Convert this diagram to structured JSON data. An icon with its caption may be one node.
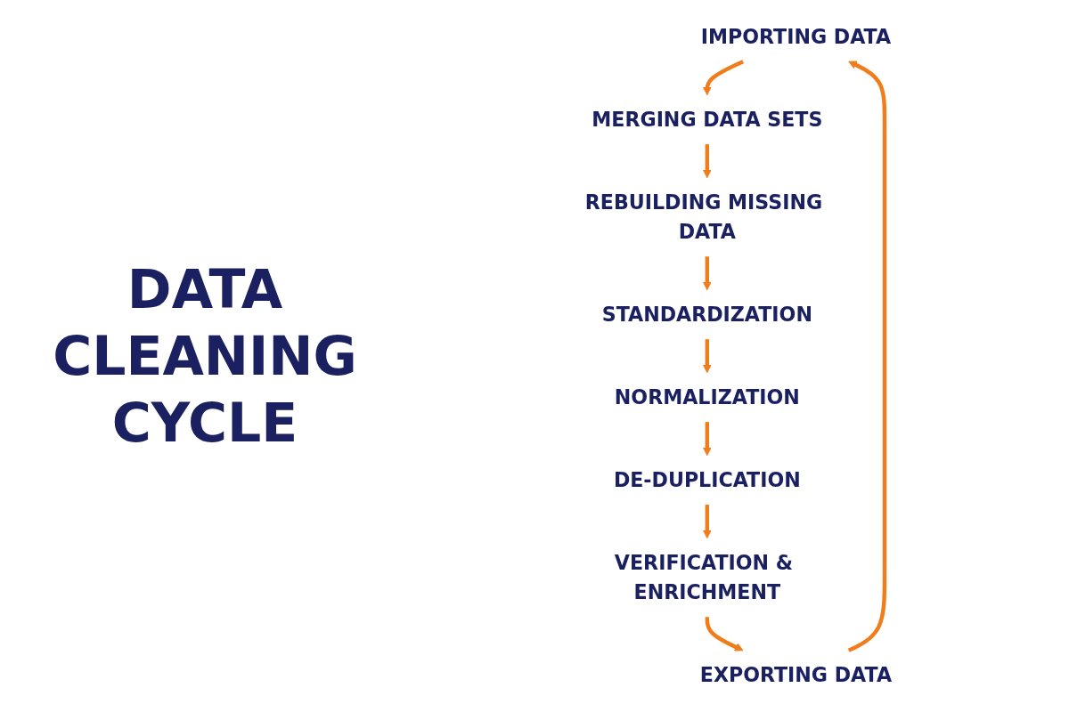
{
  "diagram": {
    "title": "DATA CLEANING CYCLE",
    "nodes": [
      {
        "text": [
          "IMPORTING DATA"
        ]
      },
      {
        "text": [
          "MERGING DATA SETS"
        ]
      },
      {
        "text": [
          "REBUILDING MISSING DATA"
        ]
      },
      {
        "text": [
          "STANDARDIZATION"
        ]
      },
      {
        "text": [
          "NORMALIZATION"
        ]
      },
      {
        "text": [
          "DE-DUPLICATION"
        ]
      },
      {
        "text": [
          "VERIFICATION & ENRICHMENT"
        ]
      },
      {
        "text": [
          "EXPORTING DATA"
        ]
      }
    ],
    "edges": [
      {
        "from": 0,
        "to": 1,
        "arrow": "to"
      },
      {
        "from": 1,
        "to": 2,
        "arrow": "to"
      },
      {
        "from": 2,
        "to": 3,
        "arrow": "to"
      },
      {
        "from": 3,
        "to": 4,
        "arrow": "to"
      },
      {
        "from": 4,
        "to": 5,
        "arrow": "to"
      },
      {
        "from": 5,
        "to": 6,
        "arrow": "to"
      },
      {
        "from": 6,
        "to": 7,
        "arrow": "to"
      },
      {
        "from": 7,
        "to": 0,
        "arrow": "to"
      }
    ]
  }
}
